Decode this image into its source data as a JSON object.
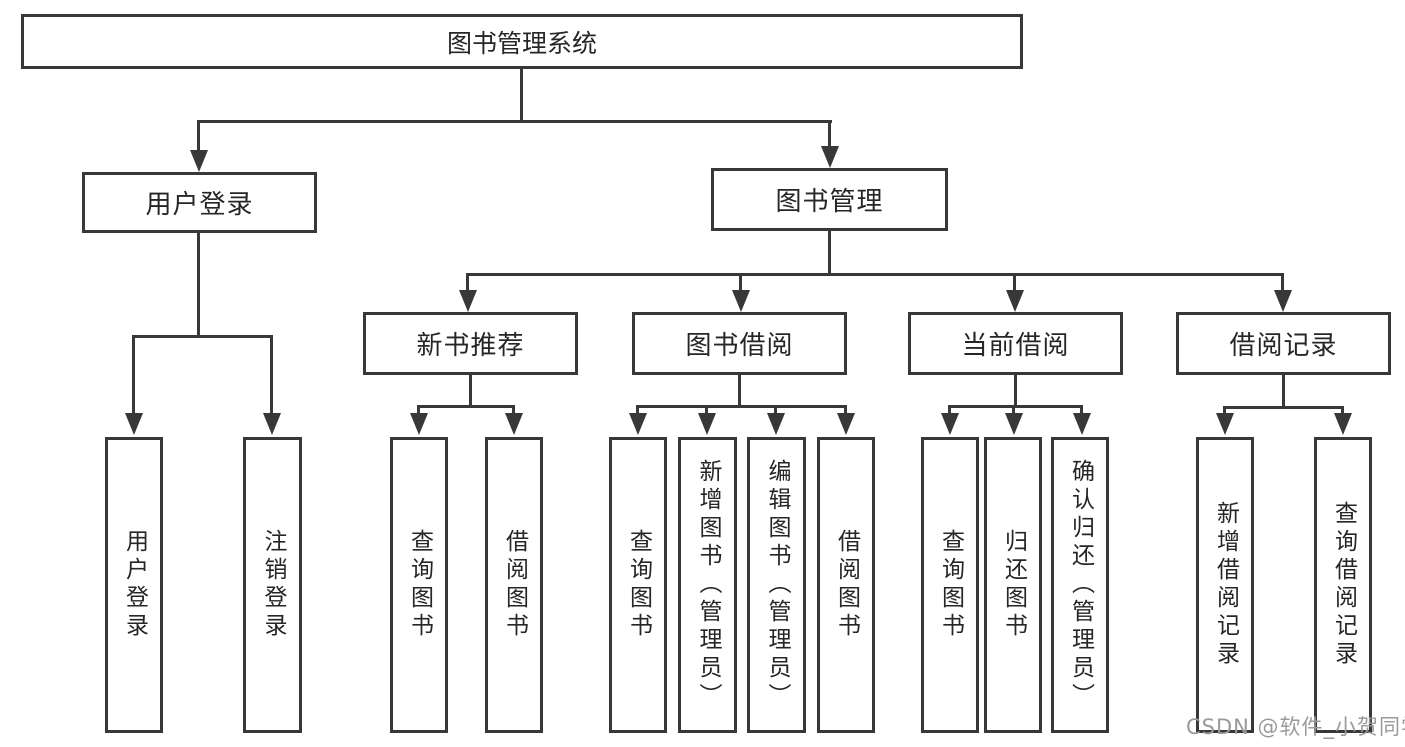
{
  "diagram": {
    "root": {
      "label": "图书管理系统"
    },
    "level2": [
      {
        "id": "user-login",
        "label": "用户登录",
        "parent": "图书管理系统"
      },
      {
        "id": "book-management",
        "label": "图书管理",
        "parent": "图书管理系统"
      }
    ],
    "level3": [
      {
        "id": "new-book-recommend",
        "label": "新书推荐",
        "parent": "图书管理"
      },
      {
        "id": "book-borrow",
        "label": "图书借阅",
        "parent": "图书管理"
      },
      {
        "id": "current-borrow",
        "label": "当前借阅",
        "parent": "图书管理"
      },
      {
        "id": "borrow-records",
        "label": "借阅记录",
        "parent": "图书管理"
      }
    ],
    "leaves": [
      {
        "label": "用户登录",
        "parent": "用户登录"
      },
      {
        "label": "注销登录",
        "parent": "用户登录"
      },
      {
        "label": "查询图书",
        "parent": "新书推荐"
      },
      {
        "label": "借阅图书",
        "parent": "新书推荐"
      },
      {
        "label": "查询图书",
        "parent": "图书借阅"
      },
      {
        "label": "新增图书（管理员）",
        "parent": "图书借阅"
      },
      {
        "label": "编辑图书（管理员）",
        "parent": "图书借阅"
      },
      {
        "label": "借阅图书",
        "parent": "图书借阅"
      },
      {
        "label": "查询图书",
        "parent": "当前借阅"
      },
      {
        "label": "归还图书",
        "parent": "当前借阅"
      },
      {
        "label": "确认归还（管理员）",
        "parent": "当前借阅"
      },
      {
        "label": "新增借阅记录",
        "parent": "借阅记录"
      },
      {
        "label": "查询借阅记录",
        "parent": "借阅记录"
      }
    ],
    "watermark": "CSDN @软件_小贺同学",
    "colors": {
      "line": "#383838",
      "text": "#262626",
      "watermark": "#9a9a9a",
      "background": "#ffffff"
    }
  }
}
